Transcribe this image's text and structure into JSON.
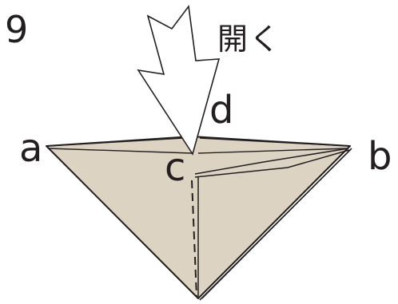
{
  "step_number": "9",
  "action_label": "開く",
  "points": {
    "a": "a",
    "b": "b",
    "c": "c",
    "d": "d"
  },
  "colors": {
    "paper": "#dcd3c2",
    "line": "#231f20",
    "background": "#ffffff"
  }
}
